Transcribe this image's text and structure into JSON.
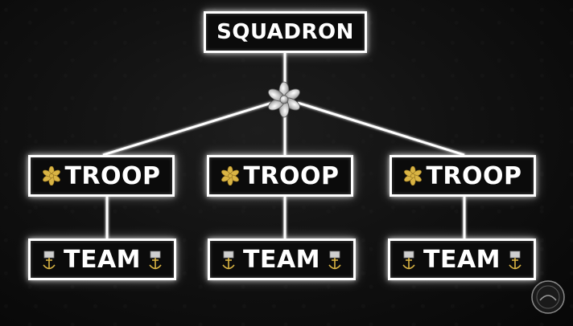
{
  "nodes": {
    "squadron": {
      "label": "SQUADRON"
    },
    "troops": [
      {
        "label": "TROOP",
        "insignia": "gold-oak-leaf-icon"
      },
      {
        "label": "TROOP",
        "insignia": "gold-oak-leaf-icon"
      },
      {
        "label": "TROOP",
        "insignia": "gold-oak-leaf-icon"
      }
    ],
    "teams": [
      {
        "label": "TEAM",
        "insignia": "chief-petty-officer-anchor-icon"
      },
      {
        "label": "TEAM",
        "insignia": "chief-petty-officer-anchor-icon"
      },
      {
        "label": "TEAM",
        "insignia": "chief-petty-officer-anchor-icon"
      }
    ]
  },
  "hub_insignia": "silver-oak-leaf-icon",
  "colors": {
    "background": "#0f0f0f",
    "box_border": "#ffffff",
    "text": "#ffffff",
    "gold": "#d9b444",
    "silver": "#d8d8d8"
  }
}
